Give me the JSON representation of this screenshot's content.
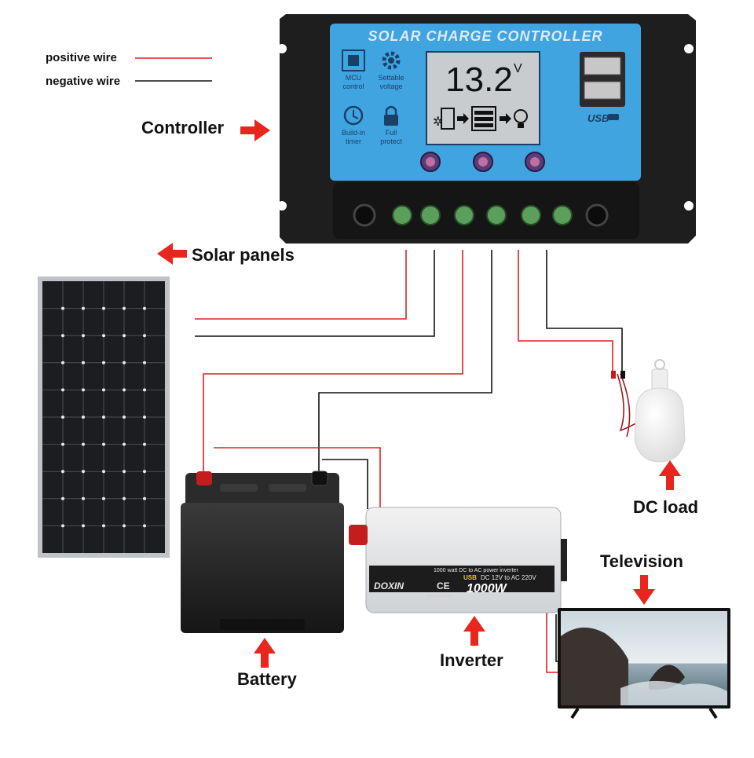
{
  "legend": {
    "positive_label": "positive wire",
    "negative_label": "negative wire",
    "positive_color": "#e02020",
    "negative_color": "#111111"
  },
  "labels": {
    "controller": "Controller",
    "solar_panels": "Solar panels",
    "dc_load": "DC load",
    "television": "Television",
    "battery": "Battery",
    "inverter": "Inverter"
  },
  "controller": {
    "title": "SOLAR CHARGE CONTROLLER",
    "voltage": "13.2",
    "unit": "V",
    "usb": "USB",
    "features": [
      {
        "icon": "mcu-chip-icon",
        "line1": "MCU",
        "line2": "control"
      },
      {
        "icon": "gear-icon",
        "line1": "Settable",
        "line2": "voltage"
      },
      {
        "icon": "clock-icon",
        "line1": "Build-in",
        "line2": "timer"
      },
      {
        "icon": "lock-icon",
        "line1": "Full",
        "line2": "protect"
      }
    ]
  },
  "inverter": {
    "brand": "DOXIN",
    "ce": "CE",
    "made": "Made in China",
    "desc1": "1000 watt DC to AC power inverter",
    "desc2_usb": "USB",
    "desc2": "DC 12V to AC 220V",
    "rating": "1000W"
  },
  "colors": {
    "arrow": "#e8261d",
    "controller_face": "#3fa4e0",
    "controller_body": "#1c1c1c"
  }
}
